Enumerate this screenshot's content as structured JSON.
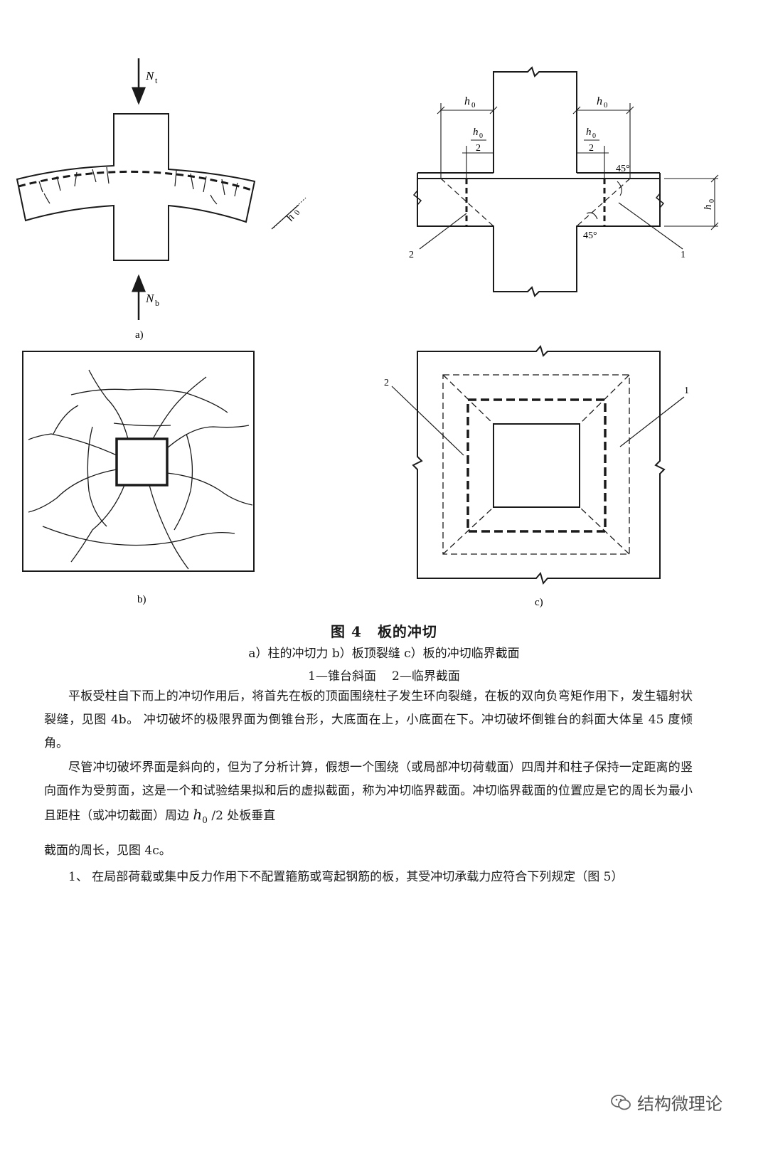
{
  "figure": {
    "number": "图 4",
    "title": "板的冲切",
    "caption_line1": "a）柱的冲切力 b）板顶裂缝 c）板的冲切临界截面",
    "caption_item1": "1—锥台斜面",
    "caption_item2": "2—临界截面",
    "panel_labels": {
      "a": "a)",
      "b": "b)",
      "c": "c)"
    },
    "labels": {
      "nt": "N",
      "nt_sub": "t",
      "nb": "N",
      "nb_sub": "b",
      "h0": "h",
      "h0_sub": "0",
      "half_num": "2",
      "angle_45": "45°",
      "callout_1": "1",
      "callout_2": "2"
    }
  },
  "body": {
    "p1": "平板受柱自下而上的冲切作用后，将首先在板的顶面围绕柱子发生环向裂缝，在板的双向负弯矩作用下，发生辐射状裂缝，见图 4b。 冲切破坏的极限界面为倒锥台形，大底面在上，小底面在下。冲切破坏倒锥台的斜面大体呈 45 度倾角。",
    "p2_before": "尽管冲切破坏界面是斜向的，但为了分析计算，假想一个围绕（或局部冲切荷载面）四周并和柱子保持一定距离的竖向面作为受剪面，这是一个和试验结果拟和后的虚拟截面，称为冲切临界截面。冲切临界截面的位置应是它的周长为最小且距柱（或冲切截面）周边 ",
    "p2_h": "h",
    "p2_sub": "0",
    "p2_after": " /2 处板垂直",
    "p2_end": "截面的周长，见图 4c。",
    "p3": "1、 在局部荷载或集中反力作用下不配置箍筋或弯起钢筋的板，其受冲切承载力应符合下列规定（图 5）"
  },
  "watermark": {
    "text": "结构微理论",
    "icon": "wechat-icon"
  }
}
